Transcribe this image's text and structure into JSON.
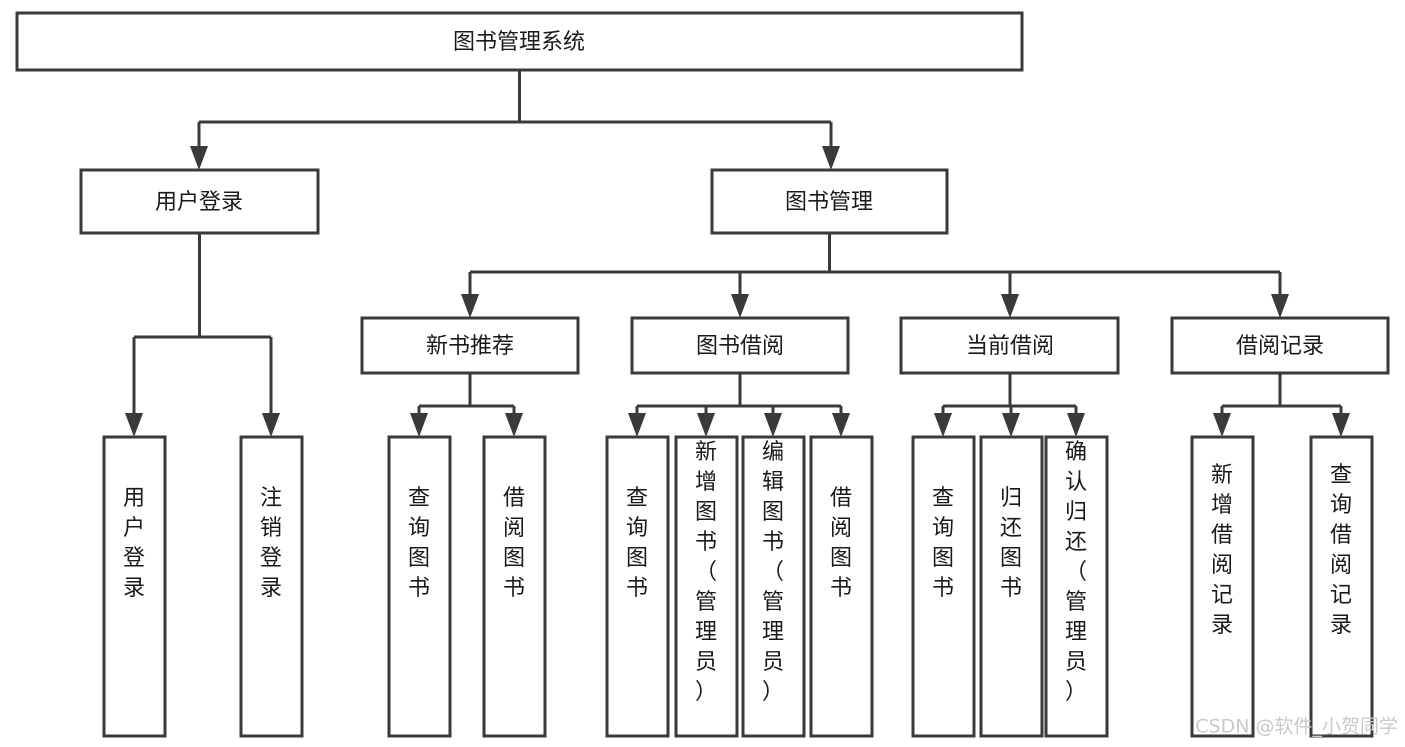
{
  "diagram": {
    "title": "图书管理系统",
    "type": "tree-hierarchy-chart",
    "orientation": "top-down",
    "colors": {
      "box_fill": "#ffffff",
      "box_stroke": "#3a3a3a",
      "connector": "#3a3a3a",
      "label_text": "#1a1a1a",
      "watermark": "#c9c9c9",
      "background": "#ffffff"
    },
    "root": {
      "label": "图书管理系统",
      "text_orientation": "horizontal"
    },
    "level2": [
      {
        "label": "用户登录",
        "text_orientation": "horizontal",
        "children": [
          {
            "label": "用户登录",
            "text_orientation": "vertical"
          },
          {
            "label": "注销登录",
            "text_orientation": "vertical"
          }
        ]
      },
      {
        "label": "图书管理",
        "text_orientation": "horizontal",
        "children": [
          {
            "label": "新书推荐",
            "text_orientation": "horizontal",
            "children": [
              {
                "label": "查询图书",
                "text_orientation": "vertical"
              },
              {
                "label": "借阅图书",
                "text_orientation": "vertical"
              }
            ]
          },
          {
            "label": "图书借阅",
            "text_orientation": "horizontal",
            "children": [
              {
                "label": "查询图书",
                "text_orientation": "vertical"
              },
              {
                "label": "新增图书（管理员）",
                "text_orientation": "vertical"
              },
              {
                "label": "编辑图书（管理员）",
                "text_orientation": "vertical"
              },
              {
                "label": "借阅图书",
                "text_orientation": "vertical"
              }
            ]
          },
          {
            "label": "当前借阅",
            "text_orientation": "horizontal",
            "children": [
              {
                "label": "查询图书",
                "text_orientation": "vertical"
              },
              {
                "label": "归还图书",
                "text_orientation": "vertical"
              },
              {
                "label": "确认归还（管理员）",
                "text_orientation": "vertical"
              }
            ]
          },
          {
            "label": "借阅记录",
            "text_orientation": "horizontal",
            "children": [
              {
                "label": "新增借阅记录",
                "text_orientation": "vertical"
              },
              {
                "label": "查询借阅记录",
                "text_orientation": "vertical"
              }
            ]
          }
        ]
      }
    ],
    "watermark": "CSDN @软件_小贺同学"
  },
  "nodes": {
    "root": "图书管理系统",
    "user_login": "用户登录",
    "book_manage": "图书管理",
    "new_book_rec": "新书推荐",
    "book_borrow": "图书借阅",
    "current_borrow": "当前借阅",
    "borrow_record": "借阅记录",
    "leaf_user_login": "用户登录",
    "leaf_logout": "注销登录",
    "leaf_rec_query": "查询图书",
    "leaf_rec_borrow": "借阅图书",
    "leaf_borrow_query": "查询图书",
    "leaf_borrow_add": "新增图书（管理员）",
    "leaf_borrow_edit": "编辑图书（管理员）",
    "leaf_borrow_borrow": "借阅图书",
    "leaf_cur_query": "查询图书",
    "leaf_cur_return": "归还图书",
    "leaf_cur_confirm": "确认归还（管理员）",
    "leaf_rec_add": "新增借阅记录",
    "leaf_rec_query2": "查询借阅记录"
  },
  "watermark": {
    "text": "CSDN @软件_小贺同学"
  }
}
